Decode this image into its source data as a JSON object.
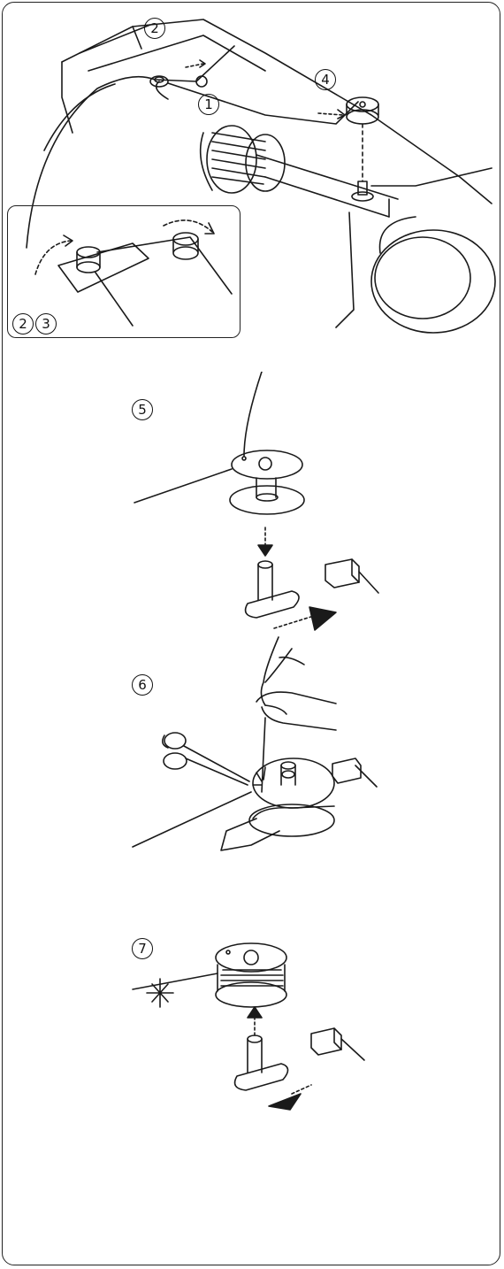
{
  "labels": {
    "top_step_1": "1",
    "top_step_2": "2",
    "top_step_4": "4",
    "inset_steps": [
      "2",
      "3"
    ],
    "step_5": "5",
    "step_6": "6",
    "step_7": "7"
  },
  "colors": {
    "line": "#1a1a1a",
    "paper": "#ffffff"
  },
  "icons": [
    "thread-spool-icon",
    "bobbin-icon",
    "scissors-icon",
    "arrow-icon",
    "finger-icon"
  ]
}
